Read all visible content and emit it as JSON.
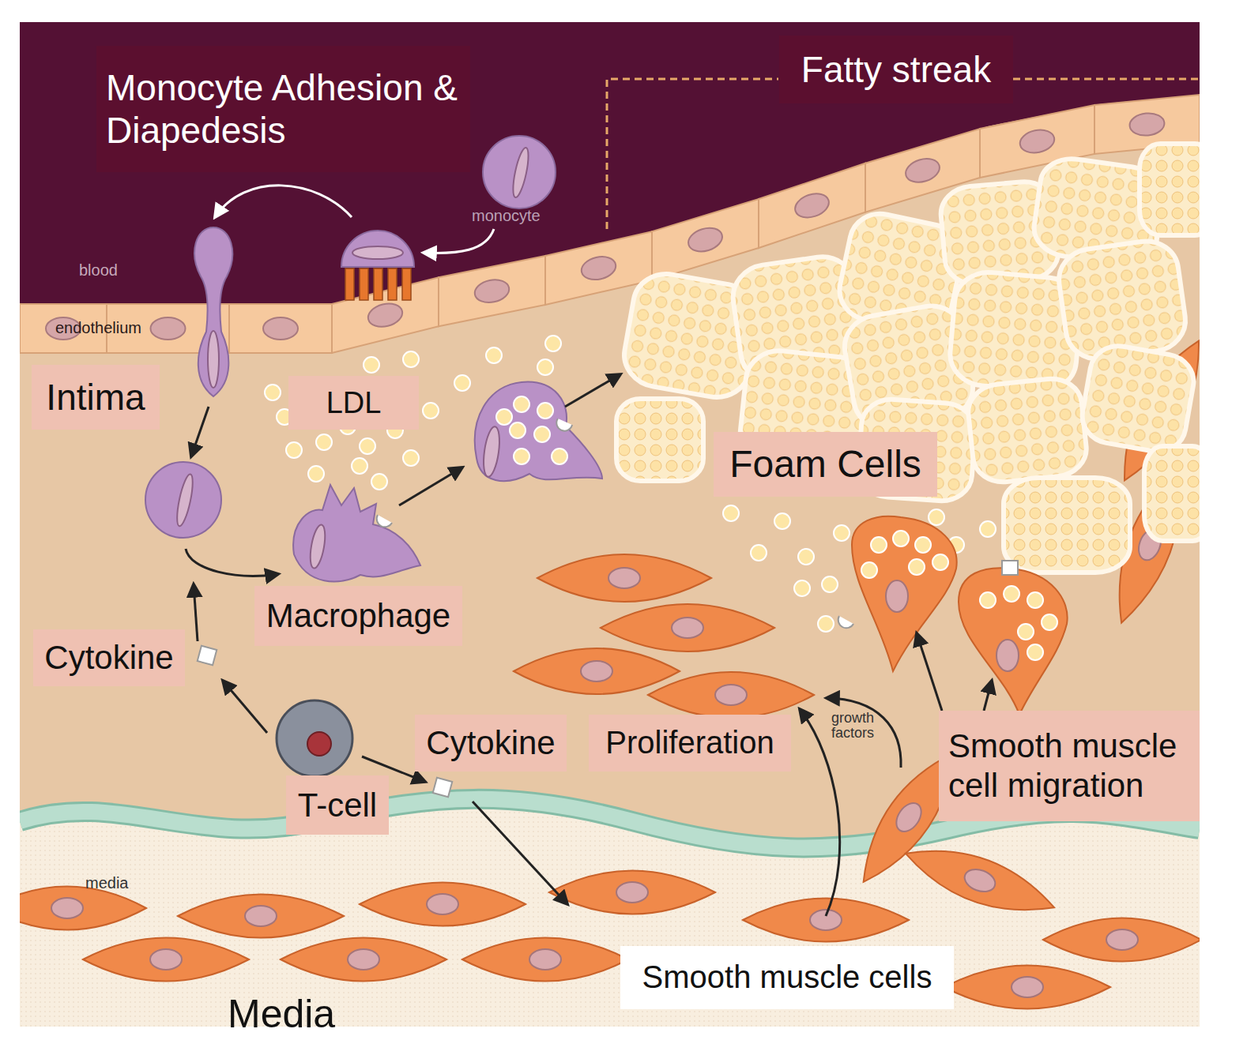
{
  "diagram": {
    "nodes": [
      {
        "text": [
          "Monocyte Adhesion & Diapedesis"
        ]
      },
      {
        "text": [
          "Fatty streak"
        ]
      },
      {
        "text": [
          "Intima"
        ]
      },
      {
        "text": [
          "LDL"
        ]
      },
      {
        "text": [
          "Foam Cells"
        ]
      },
      {
        "text": [
          "Macrophage"
        ]
      },
      {
        "text": [
          "Cytokine"
        ]
      },
      {
        "text": [
          "Cytokine"
        ]
      },
      {
        "text": [
          "Proliferation"
        ]
      },
      {
        "text": [
          "Smooth muscle cell migration"
        ]
      },
      {
        "text": [
          "T-cell"
        ]
      },
      {
        "text": [
          "Smooth muscle cells"
        ]
      }
    ],
    "labels": [
      "monocyte",
      "blood",
      "endothelium",
      "growth factors",
      "media",
      "Media"
    ]
  }
}
